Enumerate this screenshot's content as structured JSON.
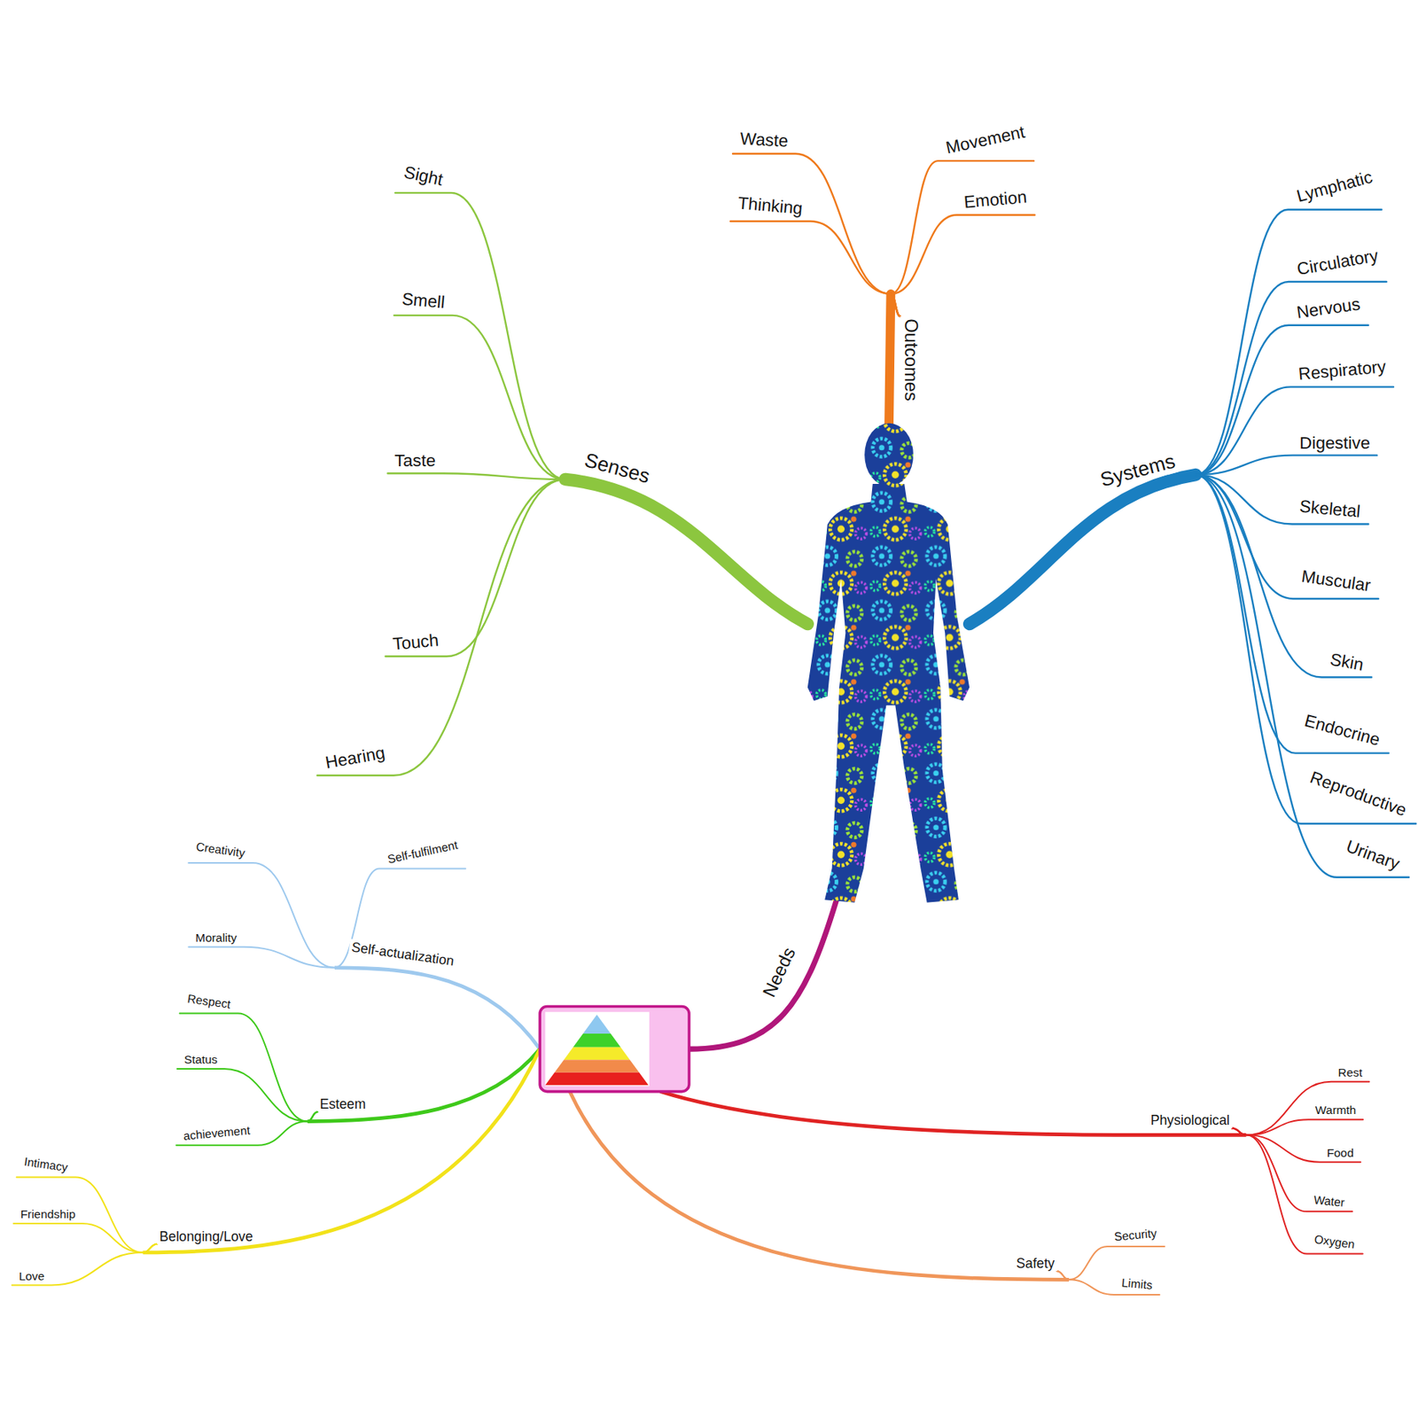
{
  "diagram": {
    "nodes": [
      {
        "text": [
          "Outcomes"
        ]
      },
      {
        "text": [
          "Waste"
        ]
      },
      {
        "text": [
          "Movement"
        ]
      },
      {
        "text": [
          "Thinking"
        ]
      },
      {
        "text": [
          "Emotion"
        ]
      },
      {
        "text": [
          "Senses"
        ]
      },
      {
        "text": [
          "Sight"
        ]
      },
      {
        "text": [
          "Smell"
        ]
      },
      {
        "text": [
          "Taste"
        ]
      },
      {
        "text": [
          "Touch"
        ]
      },
      {
        "text": [
          "Hearing"
        ]
      },
      {
        "text": [
          "Systems"
        ]
      },
      {
        "text": [
          "Lymphatic"
        ]
      },
      {
        "text": [
          "Circulatory"
        ]
      },
      {
        "text": [
          "Nervous"
        ]
      },
      {
        "text": [
          "Respiratory"
        ]
      },
      {
        "text": [
          "Digestive"
        ]
      },
      {
        "text": [
          "Skeletal"
        ]
      },
      {
        "text": [
          "Muscular"
        ]
      },
      {
        "text": [
          "Skin"
        ]
      },
      {
        "text": [
          "Endocrine"
        ]
      },
      {
        "text": [
          "Reproductive"
        ]
      },
      {
        "text": [
          "Urinary"
        ]
      },
      {
        "text": [
          "Needs"
        ]
      },
      {
        "text": [
          "Self-actualization"
        ]
      },
      {
        "text": [
          "Creativity"
        ]
      },
      {
        "text": [
          "Self-fulfilment"
        ]
      },
      {
        "text": [
          "Morality"
        ]
      },
      {
        "text": [
          "Esteem"
        ]
      },
      {
        "text": [
          "Respect"
        ]
      },
      {
        "text": [
          "Status"
        ]
      },
      {
        "text": [
          "achievement"
        ]
      },
      {
        "text": [
          "Belonging/Love"
        ]
      },
      {
        "text": [
          "Intimacy"
        ]
      },
      {
        "text": [
          "Friendship"
        ]
      },
      {
        "text": [
          "Love"
        ]
      },
      {
        "text": [
          "Physiological"
        ]
      },
      {
        "text": [
          "Rest"
        ]
      },
      {
        "text": [
          "Warmth"
        ]
      },
      {
        "text": [
          "Food"
        ]
      },
      {
        "text": [
          "Water"
        ]
      },
      {
        "text": [
          "Oxygen"
        ]
      },
      {
        "text": [
          "Safety"
        ]
      },
      {
        "text": [
          "Security"
        ]
      },
      {
        "text": [
          "Limits"
        ]
      }
    ],
    "edges": [
      {
        "from": 0,
        "to": 1,
        "arrow": "none"
      },
      {
        "from": 0,
        "to": 2,
        "arrow": "none"
      },
      {
        "from": 0,
        "to": 3,
        "arrow": "none"
      },
      {
        "from": 0,
        "to": 4,
        "arrow": "none"
      },
      {
        "from": 5,
        "to": 6,
        "arrow": "none"
      },
      {
        "from": 5,
        "to": 7,
        "arrow": "none"
      },
      {
        "from": 5,
        "to": 8,
        "arrow": "none"
      },
      {
        "from": 5,
        "to": 9,
        "arrow": "none"
      },
      {
        "from": 5,
        "to": 10,
        "arrow": "none"
      },
      {
        "from": 11,
        "to": 12,
        "arrow": "none"
      },
      {
        "from": 11,
        "to": 13,
        "arrow": "none"
      },
      {
        "from": 11,
        "to": 14,
        "arrow": "none"
      },
      {
        "from": 11,
        "to": 15,
        "arrow": "none"
      },
      {
        "from": 11,
        "to": 16,
        "arrow": "none"
      },
      {
        "from": 11,
        "to": 17,
        "arrow": "none"
      },
      {
        "from": 11,
        "to": 18,
        "arrow": "none"
      },
      {
        "from": 11,
        "to": 19,
        "arrow": "none"
      },
      {
        "from": 11,
        "to": 20,
        "arrow": "none"
      },
      {
        "from": 11,
        "to": 21,
        "arrow": "none"
      },
      {
        "from": 11,
        "to": 22,
        "arrow": "none"
      },
      {
        "from": 24,
        "to": 25,
        "arrow": "none"
      },
      {
        "from": 24,
        "to": 26,
        "arrow": "none"
      },
      {
        "from": 24,
        "to": 27,
        "arrow": "none"
      },
      {
        "from": 28,
        "to": 29,
        "arrow": "none"
      },
      {
        "from": 28,
        "to": 30,
        "arrow": "none"
      },
      {
        "from": 28,
        "to": 31,
        "arrow": "none"
      },
      {
        "from": 32,
        "to": 33,
        "arrow": "none"
      },
      {
        "from": 32,
        "to": 34,
        "arrow": "none"
      },
      {
        "from": 32,
        "to": 35,
        "arrow": "none"
      },
      {
        "from": 36,
        "to": 37,
        "arrow": "none"
      },
      {
        "from": 36,
        "to": 38,
        "arrow": "none"
      },
      {
        "from": 36,
        "to": 39,
        "arrow": "none"
      },
      {
        "from": 36,
        "to": 40,
        "arrow": "none"
      },
      {
        "from": 36,
        "to": 41,
        "arrow": "none"
      },
      {
        "from": 42,
        "to": 43,
        "arrow": "none"
      },
      {
        "from": 42,
        "to": 44,
        "arrow": "none"
      }
    ]
  }
}
